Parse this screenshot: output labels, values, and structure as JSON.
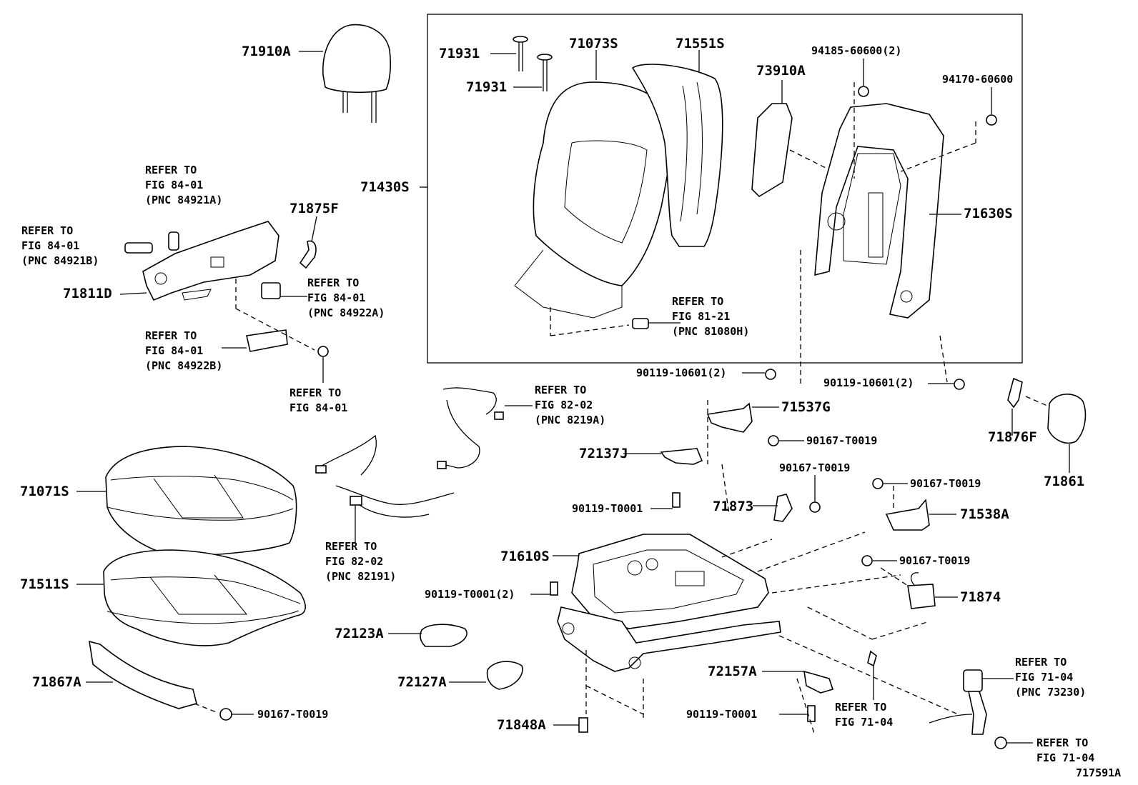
{
  "diagram_id": "717591A",
  "labels": {
    "p71910A": "71910A",
    "p71931a": "71931",
    "p71931b": "71931",
    "p71073S": "71073S",
    "p71551S": "71551S",
    "p73910A": "73910A",
    "p94185": "94185-60600(2)",
    "p94170": "94170-60600",
    "p71430S": "71430S",
    "p71630S": "71630S",
    "p71875F": "71875F",
    "p71811D": "71811D",
    "p90119_10601_a": "90119-10601(2)",
    "p90119_10601_b": "90119-10601(2)",
    "p71537G": "71537G",
    "p90167_a": "90167-T0019",
    "p72137J": "72137J",
    "p90167_b": "90167-T0019",
    "p90167_c": "90167-T0019",
    "p71876F": "71876F",
    "p71861": "71861",
    "p71071S": "71071S",
    "p90119_T0001_a": "90119-T0001",
    "p71873": "71873",
    "p71538A": "71538A",
    "p71610S": "71610S",
    "p90167_d": "90167-T0019",
    "p71511S": "71511S",
    "p90119_T0001_b": "90119-T0001(2)",
    "p71874": "71874",
    "p72123A": "72123A",
    "p72127A": "72127A",
    "p72157A": "72157A",
    "p71867A": "71867A",
    "p90119_T0001_c": "90119-T0001",
    "p90167_e": "90167-T0019",
    "p71848A": "71848A"
  },
  "refs": {
    "r1": [
      "REFER TO",
      "FIG 84-01",
      "(PNC 84921A)"
    ],
    "r2": [
      "REFER TO",
      "FIG 84-01",
      "(PNC 84921B)"
    ],
    "r3": [
      "REFER TO",
      "FIG 84-01",
      "(PNC 84922A)"
    ],
    "r4": [
      "REFER TO",
      "FIG 84-01",
      "(PNC 84922B)"
    ],
    "r5": [
      "REFER TO",
      "FIG 84-01"
    ],
    "r6": [
      "REFER TO",
      "FIG 81-21",
      "(PNC 81080H)"
    ],
    "r7": [
      "REFER TO",
      "FIG 82-02",
      "(PNC 8219A)"
    ],
    "r8": [
      "REFER TO",
      "FIG 82-02",
      "(PNC 82191)"
    ],
    "r9": [
      "REFER TO",
      "FIG 71-04",
      "(PNC 73230)"
    ],
    "r10": [
      "REFER TO",
      "FIG 71-04"
    ],
    "r11": [
      "REFER TO",
      "FIG 71-04"
    ]
  }
}
